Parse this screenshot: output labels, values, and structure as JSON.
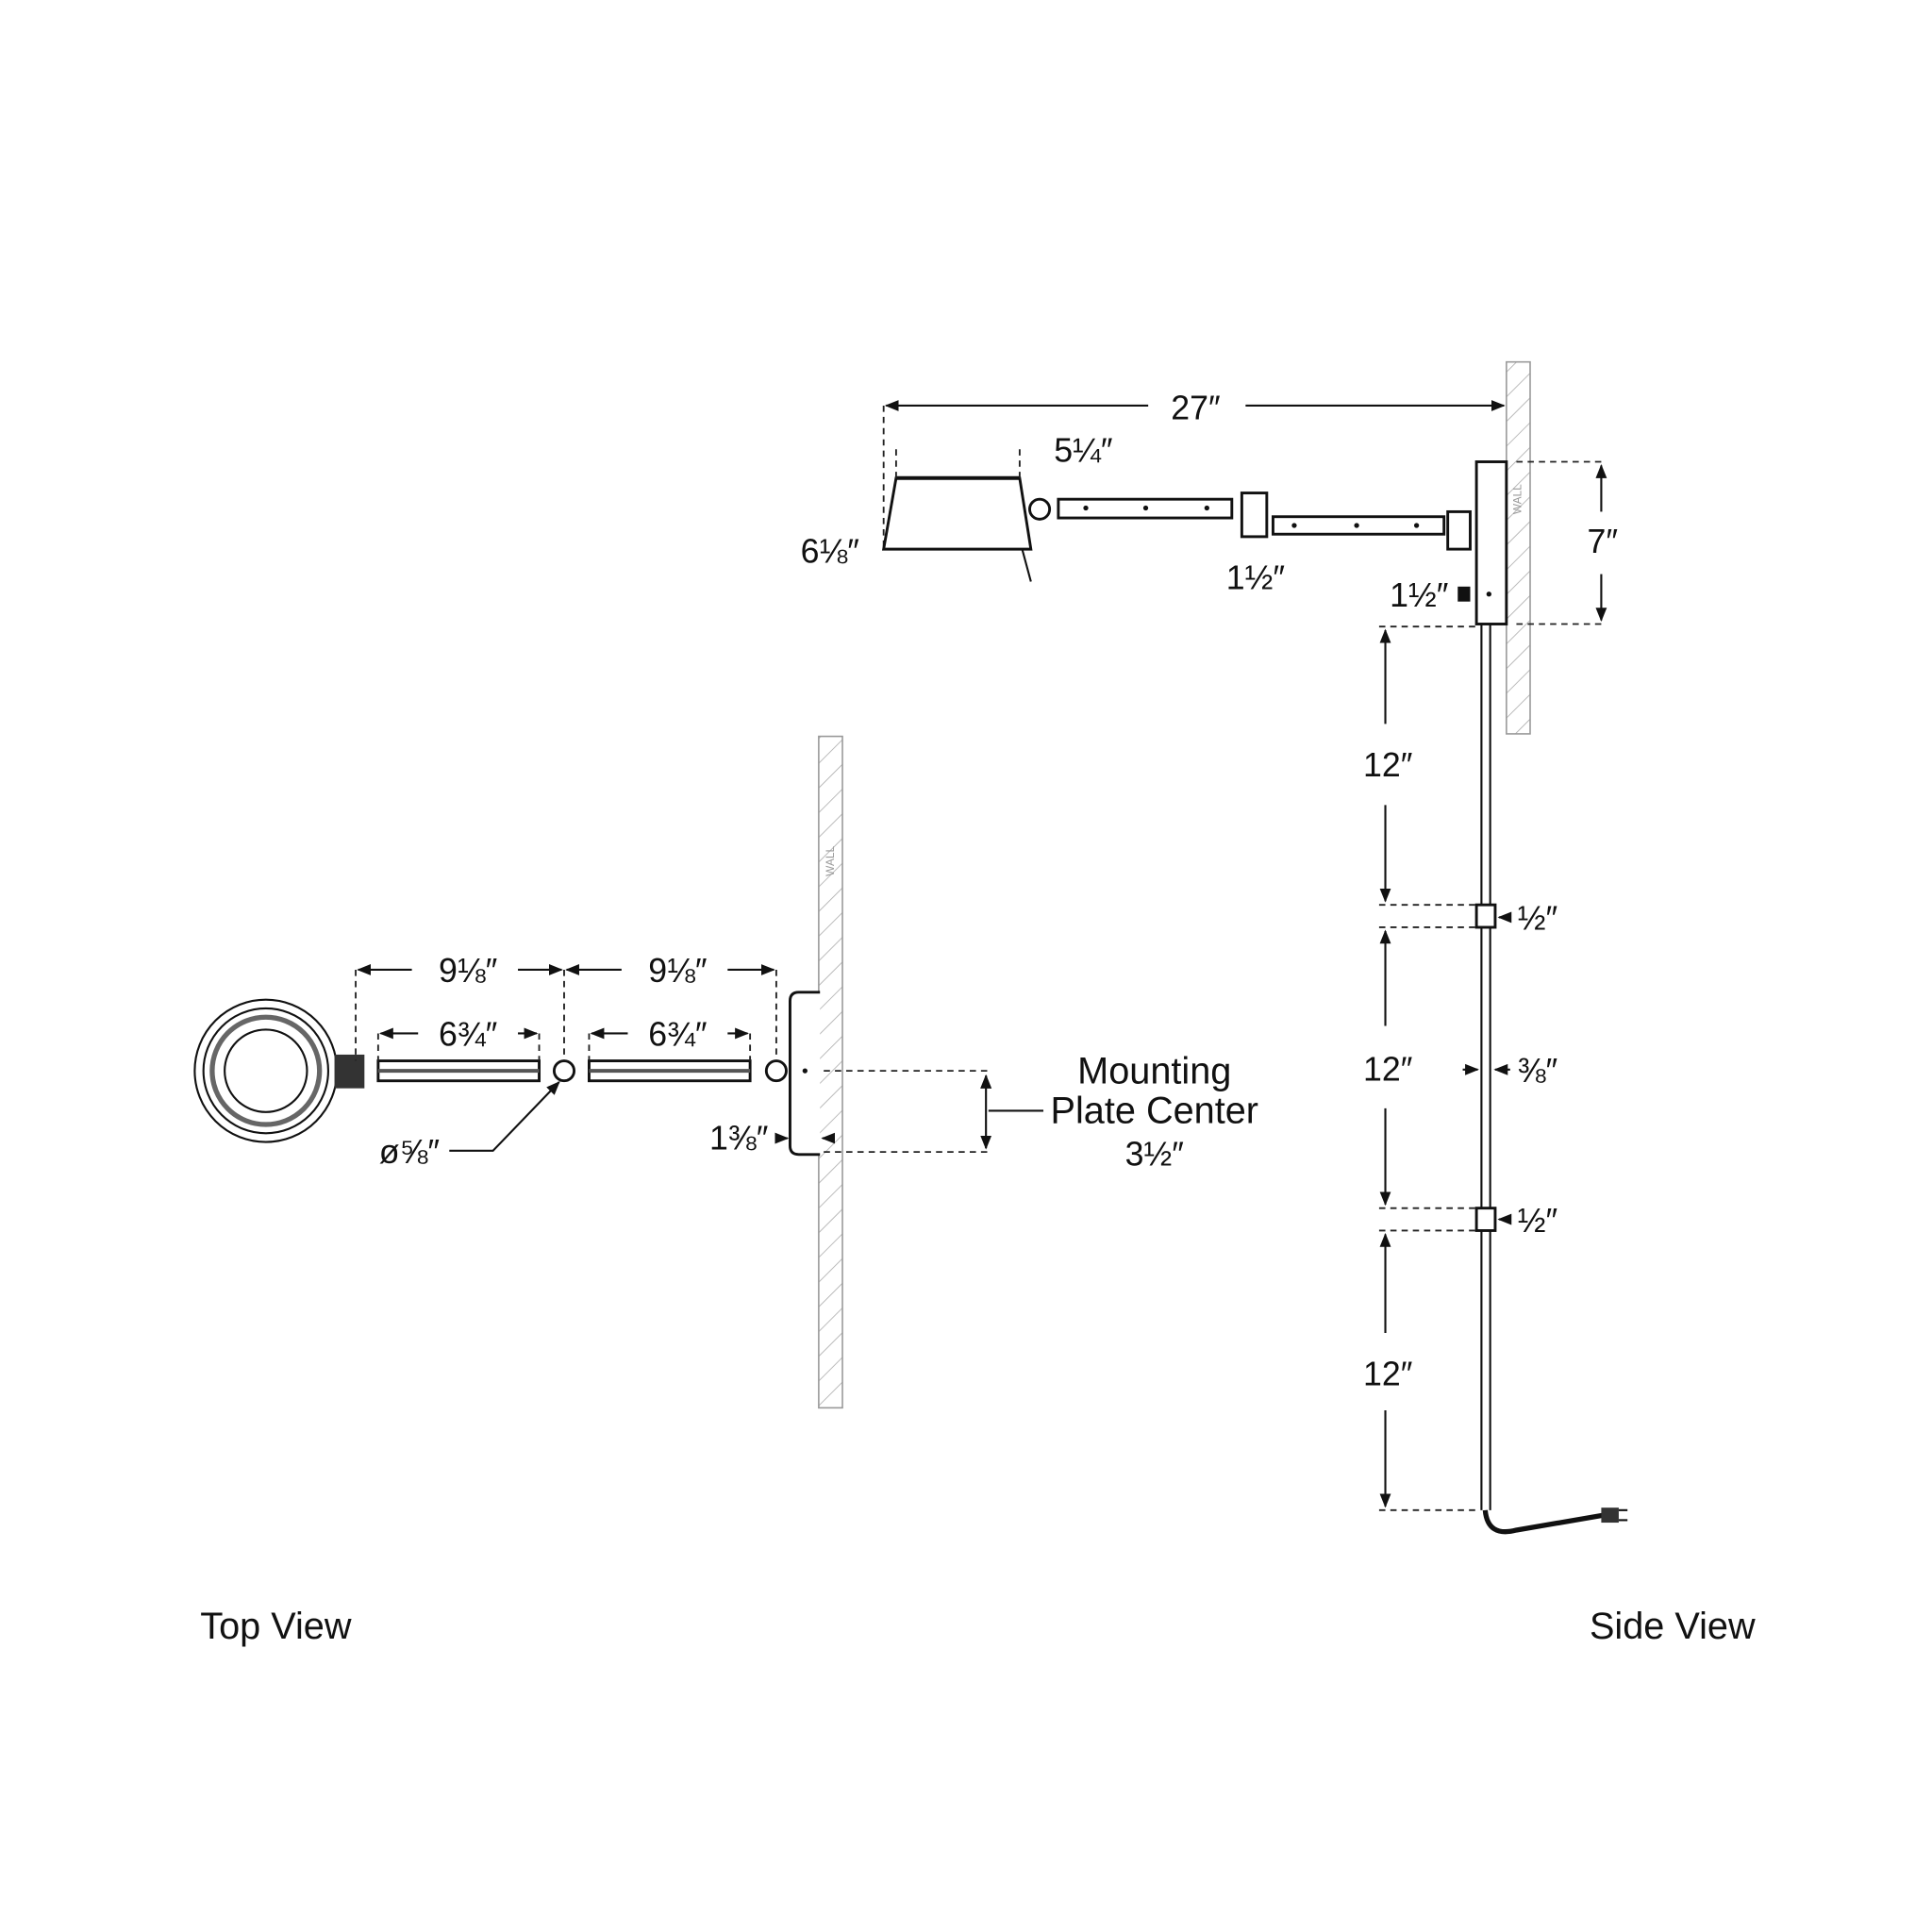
{
  "views": {
    "top": "Top View",
    "side": "Side View"
  },
  "wall_label": "WALL",
  "top_view": {
    "arm_center_to_center": [
      "9⅛″",
      "9⅛″"
    ],
    "arm_tube_length": [
      "6¾″",
      "6¾″"
    ],
    "joint_diameter": "ø⅝″",
    "plate_depth": "1⅜″",
    "mounting_label_line1": "Mounting",
    "mounting_label_line2": "Plate Center",
    "mounting_value": "3½″"
  },
  "side_view": {
    "overall_extension": "27″",
    "shade_width": "5¼″",
    "shade_height": "6⅛″",
    "arm_height_1": "1½″",
    "arm_height_2": "1½″",
    "plate_height": "7″",
    "cord_segments": [
      "12″",
      "12″",
      "12″"
    ],
    "coupler_height": [
      "½″",
      "½″"
    ],
    "cord_cover_width": "⅜″"
  }
}
